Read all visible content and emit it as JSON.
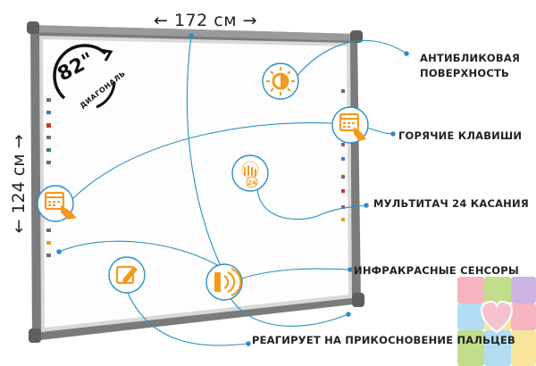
{
  "dimensions": {
    "width": "← 172 см →",
    "height": "← 124 см →",
    "diagonal_value": "82\"",
    "diagonal_label": "ДИАГОНАЛЬ"
  },
  "features": {
    "antiglare_line1": "АНТИБЛИКОВАЯ",
    "antiglare_line2": "ПОВЕРХНОСТЬ",
    "hotkeys": "ГОРЯЧИЕ КЛАВИШИ",
    "multitouch": "МУЛЬТИТАЧ 24 КАСАНИЯ",
    "multitouch_badge": "24",
    "infrared": "ИНФРАКРАСНЫЕ СЕНСОРЫ",
    "touch": "РЕАГИРУЕТ НА ПРИКОСНОВЕНИЕ ПАЛЬЦЕВ"
  },
  "colors": {
    "accent_orange": "#f39a1e",
    "line_blue": "#2a8fc4",
    "frame_gray": "#7b7b7b"
  },
  "icons": [
    "sun-icon",
    "hotkey-keyboard-icon",
    "multitouch-hand-icon",
    "pencil-edit-icon",
    "infrared-sensor-icon",
    "puzzle-heart-logo"
  ]
}
